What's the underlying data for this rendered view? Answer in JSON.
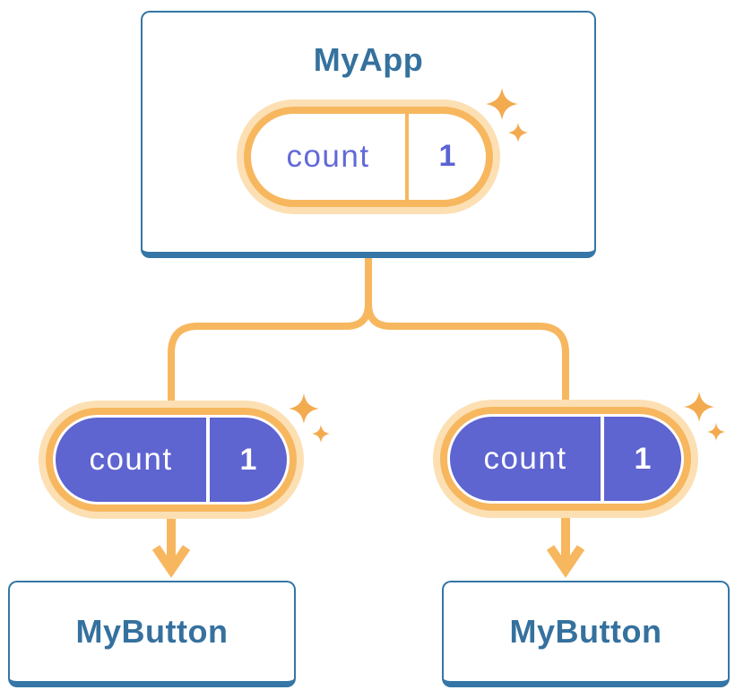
{
  "colors": {
    "card_border_blue": "#3576A6",
    "title_text_blue": "#35719E",
    "connector_orange": "#F7B75F",
    "pill_halo_orange": "#FCE0B4",
    "sparkle_orange": "#F3AB50",
    "state_purple": "#5E64D0",
    "state_text_indigo": "#6269D8",
    "pill_divider_white": "#FFFFFF"
  },
  "tree": {
    "root": {
      "title": "MyApp",
      "state": {
        "name": "count",
        "value": "1"
      }
    },
    "children": [
      {
        "title": "MyButton",
        "state": {
          "name": "count",
          "value": "1"
        }
      },
      {
        "title": "MyButton",
        "state": {
          "name": "count",
          "value": "1"
        }
      }
    ]
  }
}
